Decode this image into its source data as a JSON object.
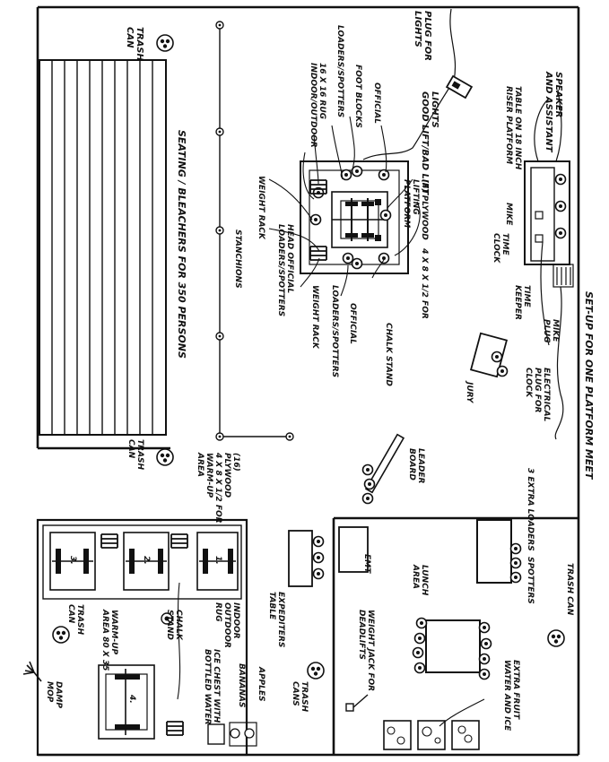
{
  "title": "SET-UP FOR ONE PLATFORM MEET",
  "labels": {
    "trash_can": "TRASH\nCAN",
    "trash_can_inline": "TRASH CAN",
    "trash_cans": "TRASH\nCANS",
    "plug_for_lights": "PLUG FOR\nLIGHTS",
    "lights": "LIGHTS\nGOOD LIFT/BAD LIFT",
    "speaker": "SPEAKER\nAND ASSISTANT",
    "table_riser": "TABLE ON 18 INCH\nRISER PLATFORM",
    "mike": "MIKE",
    "time_clock": "TIME\nCLOCK",
    "time_keeper": "TIME\nKEEPER",
    "mike_plug": "MIKE\nPLUG",
    "electrical_plug": "ELECTRICAL\nPLUG FOR\nCLOCK",
    "jury": "JURY",
    "official_top": "OFFICIAL",
    "foot_blocks": "FOOT BLOCKS",
    "loaders_spotters_top": "LOADERS/SPOTTERS",
    "rug": "16 X 16 RUG\nINDOOR/OUTDOOR",
    "plywood_platform": "(4) PLYWOOD   4 X 8 X 1/2 FOR\nLIFTING\nPLATFORM",
    "chalk_stand": "CHALK STAND",
    "official_right": "OFFICIAL",
    "loaders_spotters_right": "LOADERS/SPOTTERS",
    "weight_rack": "WEIGHT RACK",
    "weight_rack_left": "WEIGHT RACK",
    "head_official": "HEAD OFFICIAL\nLOADERS/SPOTTERS",
    "stanchions": "STANCHIONS",
    "seating": "SEATING / BLEACHERS FOR 350 PERSONS",
    "leader_board": "LEADER\nBOARD",
    "extra_loaders": "3 EXTRA LOADERS  SPOTTERS",
    "warmup_plywood": "(16)\nPLYWOOD\n4 X 8 X 1/2 FOR\nWARM-UP\nAREA",
    "expediters_table": "EXPEDITERS\nTABLE",
    "emt": "EMT",
    "lunch_area": "LUNCH\nAREA",
    "weight_jack": "WEIGHT JACK FOR\nDEADLIFTS",
    "extra_fruit": "EXTRA FRUIT\nWATER AND ICE",
    "indoor_outdoor_rug": "INDOOR\nOUTDOOR\nRUG",
    "bananas": "BANANAS",
    "apples": "APPLES",
    "ice_chest": "ICE CHEST WITH\nBOTTLED WATER",
    "chalk_stand_warmup": "CHALK\nSTAND",
    "warmup_area": "WARM-UP\nAREA 80 X 35",
    "damp_mop": "DAMP\nMOP"
  },
  "warmup_platforms": [
    "1.",
    "2.",
    "3.",
    "4."
  ],
  "icons": [
    "trash-can-icon",
    "lights-icon",
    "stanchion-post-icon",
    "person-icon",
    "weight-rack-icon",
    "barbell-icon",
    "chalk-stand-icon",
    "mop-icon",
    "fruit-bowl-icon"
  ]
}
